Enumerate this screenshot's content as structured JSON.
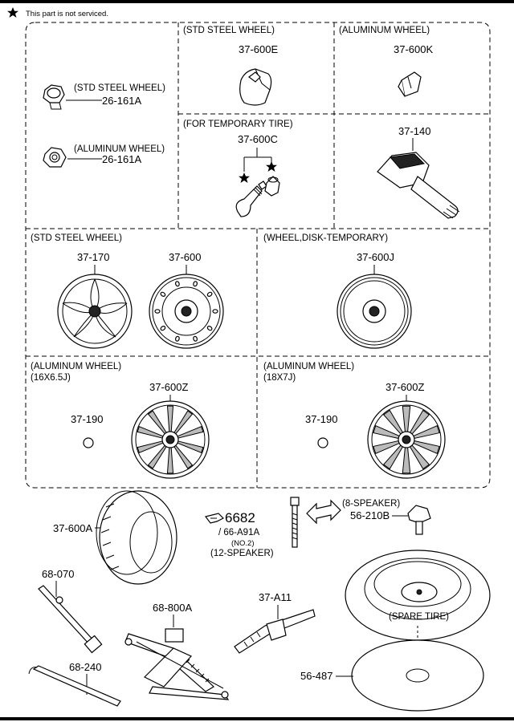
{
  "header": {
    "note": "This part is not serviced.",
    "star_icon": "star-icon"
  },
  "sections": {
    "std_steel_top": "(STD STEEL WHEEL)",
    "alu_top": "(ALUMINUM WHEEL)",
    "temp_tire": "(FOR TEMPORARY TIRE)",
    "std_steel_mid": "(STD STEEL WHEEL)",
    "disk_temp": "(WHEEL,DISK-TEMPORARY)",
    "alu_16": "(ALUMINUM WHEEL)",
    "alu_16_size": "(16X6.5J)",
    "alu_18": "(ALUMINUM WHEEL)",
    "alu_18_size": "(18X7J)"
  },
  "nuts": {
    "std_label": "(STD STEEL WHEEL)",
    "std_code": "26-161A",
    "alu_label": "(ALUMINUM WHEEL)",
    "alu_code": "26-161A"
  },
  "parts": {
    "p37600E": "37-600E",
    "p37600K": "37-600K",
    "p37600C": "37-600C",
    "p37140": "37-140",
    "p37170": "37-170",
    "p37600": "37-600",
    "p37600J": "37-600J",
    "p37190a": "37-190",
    "p37600Za": "37-600Z",
    "p37190b": "37-190",
    "p37600Zb": "37-600Z",
    "p37600A": "37-600A",
    "ref_num": "6682",
    "ref_code": "/ 66-A91A",
    "ref_no": "(NO.2)",
    "ref_speaker": "(12-SPEAKER)",
    "speaker8": "(8-SPEAKER)",
    "p56210B": "56-210B",
    "p68070": "68-070",
    "p68800A": "68-800A",
    "p37A11": "37-A11",
    "p68240": "68-240",
    "spare": "(SPARE TIRE)",
    "p56487": "56-487"
  }
}
